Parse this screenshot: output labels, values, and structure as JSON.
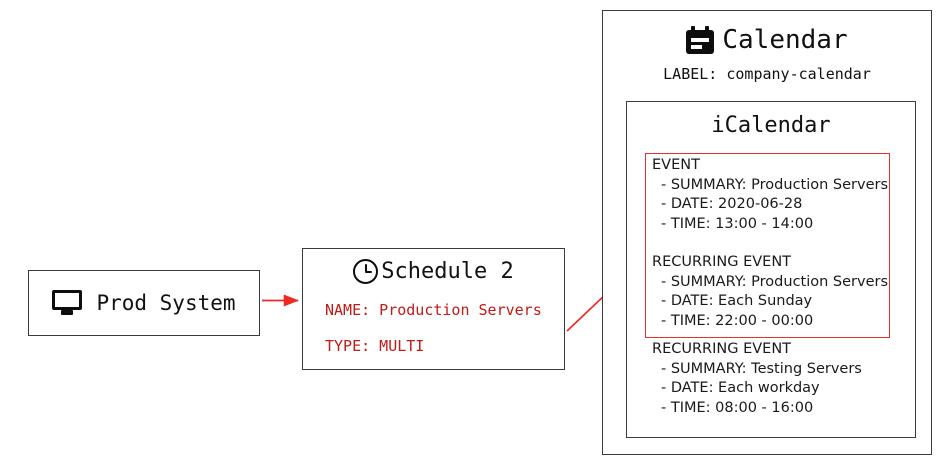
{
  "diagram": {
    "title": "Calendar schedule diagram",
    "accent_red": "#e8312b",
    "attr_red": "#c21a17",
    "line_color": "#3b3b3b"
  },
  "nodes": {
    "prod_system": {
      "icon": "monitor-icon",
      "title": "Prod System"
    },
    "schedule": {
      "icon": "clock-icon",
      "title": "Schedule 2",
      "attributes": [
        {
          "label": "NAME: Production Servers"
        },
        {
          "label": "TYPE: MULTI"
        }
      ]
    },
    "calendar": {
      "icon": "calendar-icon",
      "title": "Calendar",
      "label_line": "LABEL: company-calendar",
      "icalendar": {
        "title": "iCalendar",
        "events": [
          {
            "heading": "EVENT",
            "lines": [
              "- SUMMARY: Production Servers",
              "- DATE: 2020-06-28",
              "- TIME: 13:00 - 14:00"
            ]
          },
          {
            "heading": "RECURRING EVENT",
            "lines": [
              "- SUMMARY: Production Servers",
              "- DATE: Each Sunday",
              "- TIME: 22:00 - 00:00"
            ]
          },
          {
            "heading": "RECURRING EVENT",
            "lines": [
              "- SUMMARY: Testing Servers",
              "- DATE: Each workday",
              "- TIME: 08:00 - 16:00"
            ]
          }
        ]
      }
    }
  },
  "edges": [
    {
      "name": "prod-system-to-schedule",
      "kind": "arrow"
    },
    {
      "name": "schedule-to-event-highlight",
      "kind": "arrow"
    }
  ]
}
